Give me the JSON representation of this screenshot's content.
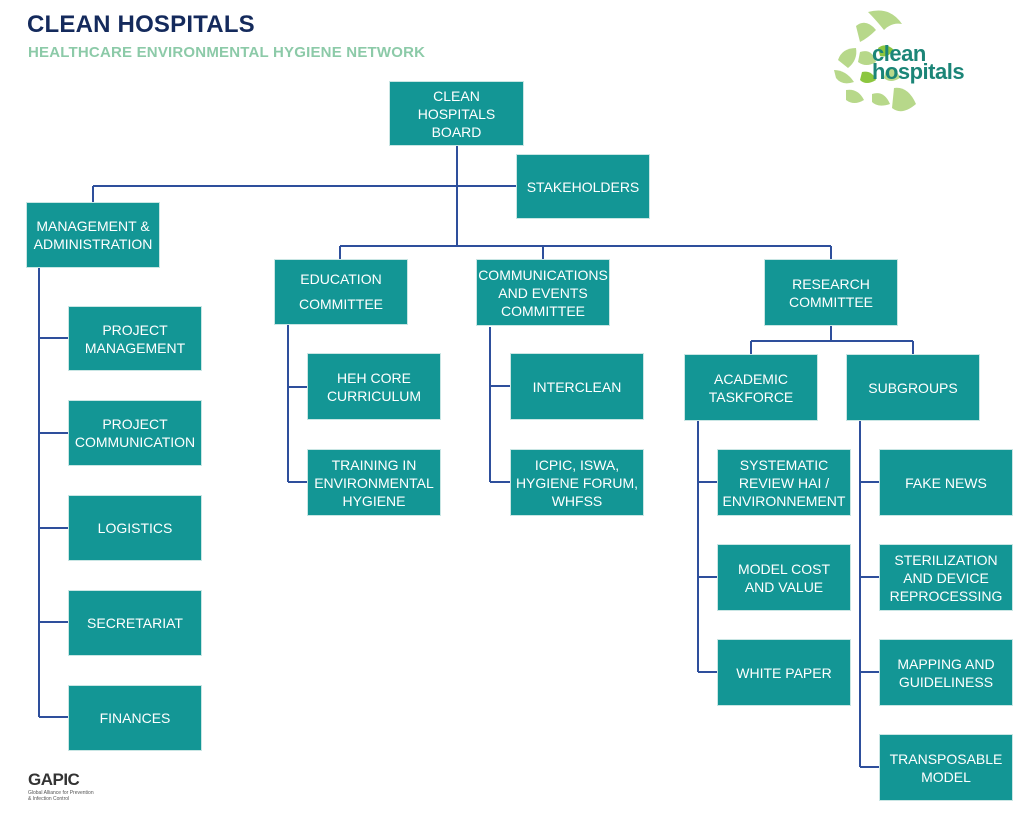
{
  "header": {
    "title": "CLEAN HOSPITALS",
    "subtitle": "HEALTHCARE ENVIRONMENTAL HYGIENE NETWORK"
  },
  "logo": {
    "line1": "clean",
    "line2": "hospitals",
    "colors": [
      "#8cc63f",
      "#1b8577"
    ]
  },
  "footer_logo": {
    "name": "GAPIC",
    "tagline": "Global Alliance for Prevention & Infection Control"
  },
  "colors": {
    "box": "#139695",
    "line": "#2e4f9c",
    "title": "#142a5c",
    "subtitle": "#8ccaa8"
  },
  "nodes": {
    "board": "CLEAN HOSPITALS BOARD",
    "stakeholders": "STAKEHOLDERS",
    "management": "MANAGEMENT & ADMINISTRATION",
    "project_management": "PROJECT MANAGEMENT",
    "project_communication": "PROJECT COMMUNICATION",
    "logistics": "LOGISTICS",
    "secretariat": "SECRETARIAT",
    "finances": "FINANCES",
    "education": "EDUCATION COMMITTEE",
    "heh_core": "HEH CORE CURRICULUM",
    "training": "TRAINING IN ENVIRONMENTAL HYGIENE",
    "communications": "COMMUNICATIONS AND EVENTS COMMITTEE",
    "interclean": "INTERCLEAN",
    "icpic": "ICPIC, ISWA, HYGIENE FORUM, WHFSS",
    "research": "RESEARCH COMMITTEE",
    "academic": "ACADEMIC TASKFORCE",
    "systematic": "SYSTEMATIC REVIEW HAI / ENVIRONNEMENT",
    "model_cost": "MODEL COST AND VALUE",
    "white_paper": "WHITE PAPER",
    "subgroups": "SUBGROUPS",
    "fake_news": "FAKE NEWS",
    "sterilization": "STERILIZATION AND DEVICE REPROCESSING",
    "mapping": "MAPPING AND GUIDELINESS",
    "transposable": "TRANSPOSABLE MODEL"
  }
}
